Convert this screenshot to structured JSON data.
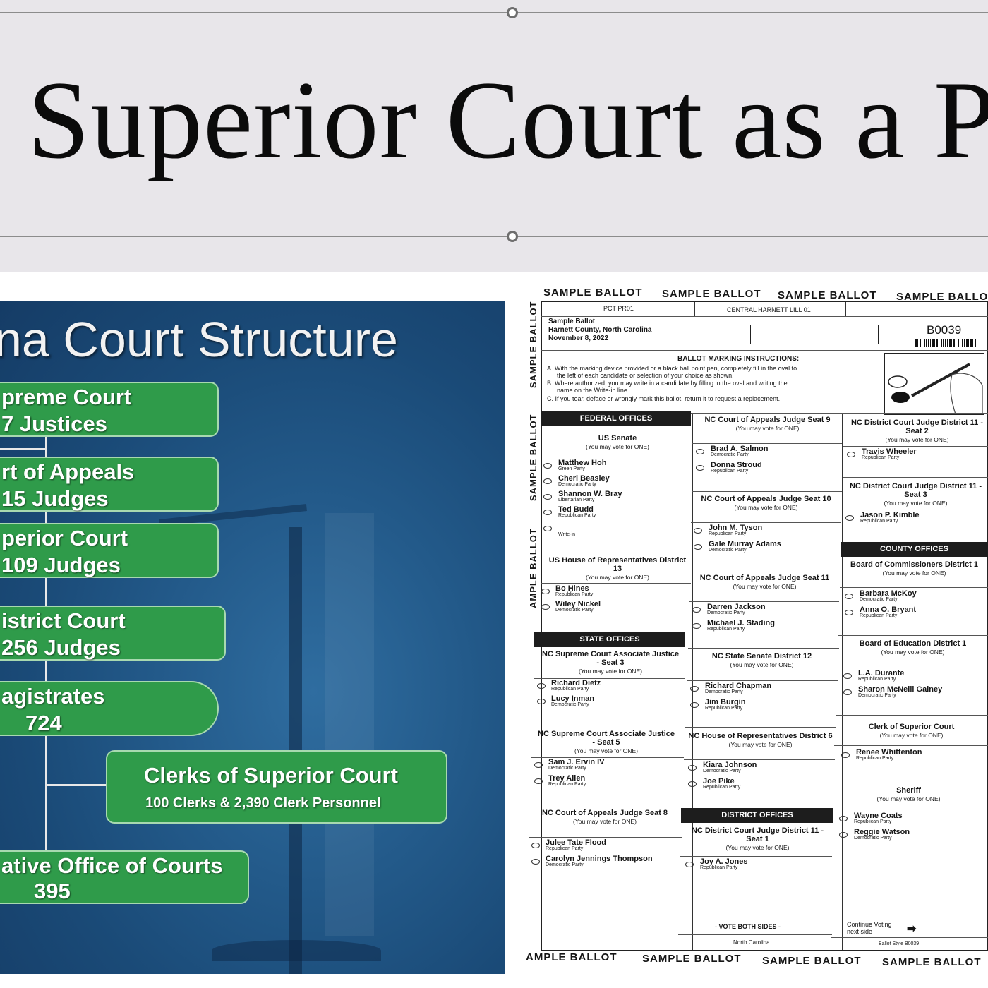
{
  "slide": {
    "title": "f Superior Court as a Prob"
  },
  "court_structure": {
    "title": "na Court Structure",
    "boxes": [
      {
        "line1": "preme Court",
        "line2": "7 Justices"
      },
      {
        "line1": "rt of Appeals",
        "line2": "15 Judges"
      },
      {
        "line1": "perior Court",
        "line2": "109 Judges"
      },
      {
        "line1": "istrict Court",
        "line2": "256 Judges"
      },
      {
        "line1": "agistrates",
        "line2": "724"
      },
      {
        "line1": "Clerks of Superior Court",
        "line2": "100 Clerks & 2,390 Clerk Personnel"
      },
      {
        "line1": "ative Office of Courts",
        "line2": "395"
      }
    ]
  },
  "ballot": {
    "header_labels": [
      "SAMPLE BALLOT",
      "SAMPLE BALLOT",
      "SAMPLE BALLOT",
      "SAMPLE BALLO"
    ],
    "footer_labels": [
      "AMPLE BALLOT",
      "SAMPLE BALLOT",
      "SAMPLE BALLOT",
      "SAMPLE BALLOT"
    ],
    "side_labels": [
      "SAMPLE BALLOT",
      "SAMPLE BALLOT",
      "AMPLE BALLOT"
    ],
    "precinct": "PCT PR01",
    "precinct_name": "CENTRAL HARNETT LILL 01",
    "info": [
      "Sample Ballot",
      "Harnett County, North Carolina",
      "November 8, 2022"
    ],
    "style_code": "B0039",
    "instructions_title": "BALLOT MARKING INSTRUCTIONS:",
    "instructions": [
      "A. With the marking device provided or a black ball point pen, completely fill in the oval to",
      "the left of each candidate or selection of your choice as shown.",
      "B. Where authorized, you may write in a candidate by filling in the oval and writing the",
      "name on the Write-in line.",
      "C. If you tear, deface or wrongly mark this ballot, return it to request a replacement."
    ],
    "sections": {
      "federal": "FEDERAL OFFICES",
      "state": "STATE OFFICES",
      "district": "DISTRICT OFFICES",
      "county": "COUNTY OFFICES"
    },
    "races": [
      {
        "name": "US Senate",
        "sub": "(You may vote for ONE)",
        "candidates": [
          {
            "name": "Matthew Hoh",
            "party": "Green Party"
          },
          {
            "name": "Cheri Beasley",
            "party": "Democratic Party"
          },
          {
            "name": "Shannon W. Bray",
            "party": "Libertarian Party"
          },
          {
            "name": "Ted Budd",
            "party": "Republican Party"
          }
        ],
        "write_in": "Write-in"
      },
      {
        "name": "US House of Representatives District 13",
        "sub": "(You may vote for ONE)",
        "candidates": [
          {
            "name": "Bo Hines",
            "party": "Republican Party"
          },
          {
            "name": "Wiley Nickel",
            "party": "Democratic Party"
          }
        ]
      },
      {
        "name": "NC Supreme Court Associate Justice - Seat 3",
        "sub": "(You may vote for ONE)",
        "candidates": [
          {
            "name": "Richard Dietz",
            "party": "Republican Party"
          },
          {
            "name": "Lucy Inman",
            "party": "Democratic Party"
          }
        ]
      },
      {
        "name": "NC Supreme Court Associate Justice - Seat 5",
        "sub": "(You may vote for ONE)",
        "candidates": [
          {
            "name": "Sam J. Ervin IV",
            "party": "Democratic Party"
          },
          {
            "name": "Trey Allen",
            "party": "Republican Party"
          }
        ]
      },
      {
        "name": "NC Court of Appeals Judge Seat 8",
        "sub": "(You may vote for ONE)",
        "candidates": [
          {
            "name": "Julee Tate Flood",
            "party": "Republican Party"
          },
          {
            "name": "Carolyn Jennings Thompson",
            "party": "Democratic Party"
          }
        ]
      },
      {
        "name": "NC Court of Appeals Judge Seat 9",
        "sub": "(You may vote for ONE)",
        "candidates": [
          {
            "name": "Brad A. Salmon",
            "party": "Democratic Party"
          },
          {
            "name": "Donna Stroud",
            "party": "Republican Party"
          }
        ]
      },
      {
        "name": "NC Court of Appeals Judge Seat 10",
        "sub": "(You may vote for ONE)",
        "candidates": [
          {
            "name": "John M. Tyson",
            "party": "Republican Party"
          },
          {
            "name": "Gale Murray Adams",
            "party": "Democratic Party"
          }
        ]
      },
      {
        "name": "NC Court of Appeals Judge Seat 11",
        "sub": "(You may vote for ONE)",
        "candidates": [
          {
            "name": "Darren Jackson",
            "party": "Democratic Party"
          },
          {
            "name": "Michael J. Stading",
            "party": "Republican Party"
          }
        ]
      },
      {
        "name": "NC State Senate District 12",
        "sub": "(You may vote for ONE)",
        "candidates": [
          {
            "name": "Richard Chapman",
            "party": "Democratic Party"
          },
          {
            "name": "Jim Burgin",
            "party": "Republican Party"
          }
        ]
      },
      {
        "name": "NC House of Representatives District 6",
        "sub": "(You may vote for ONE)",
        "candidates": [
          {
            "name": "Kiara Johnson",
            "party": "Democratic Party"
          },
          {
            "name": "Joe Pike",
            "party": "Republican Party"
          }
        ]
      },
      {
        "name": "NC District Court Judge District 11 - Seat 1",
        "sub": "(You may vote for ONE)",
        "candidates": [
          {
            "name": "Joy A. Jones",
            "party": "Republican Party"
          }
        ]
      },
      {
        "name": "NC District Court Judge District 11 - Seat 2",
        "sub": "(You may vote for ONE)",
        "candidates": [
          {
            "name": "Travis Wheeler",
            "party": "Republican Party"
          }
        ]
      },
      {
        "name": "NC District Court Judge District 11 - Seat 3",
        "sub": "(You may vote for ONE)",
        "candidates": [
          {
            "name": "Jason P. Kimble",
            "party": "Republican Party"
          }
        ]
      },
      {
        "name": "Board of Commissioners District 1",
        "sub": "(You may vote for ONE)",
        "candidates": [
          {
            "name": "Barbara McKoy",
            "party": "Democratic Party"
          },
          {
            "name": "Anna O. Bryant",
            "party": "Republican Party"
          }
        ]
      },
      {
        "name": "Board of Education District 1",
        "sub": "(You may vote for ONE)",
        "candidates": [
          {
            "name": "L.A. Durante",
            "party": "Republican Party"
          },
          {
            "name": "Sharon McNeill Gainey",
            "party": "Democratic Party"
          }
        ]
      },
      {
        "name": "Clerk of Superior Court",
        "sub": "(You may vote for ONE)",
        "candidates": [
          {
            "name": "Renee Whittenton",
            "party": "Republican Party"
          }
        ]
      },
      {
        "name": "Sheriff",
        "sub": "(You may vote for ONE)",
        "candidates": [
          {
            "name": "Wayne Coats",
            "party": "Republican Party"
          },
          {
            "name": "Reggie Watson",
            "party": "Democratic Party"
          }
        ]
      }
    ],
    "vote_both_sides": "- VOTE BOTH SIDES -",
    "state_footer": "North Carolina",
    "continue": "Continue Voting next side",
    "ballot_style": "Ballot Style B0039"
  }
}
